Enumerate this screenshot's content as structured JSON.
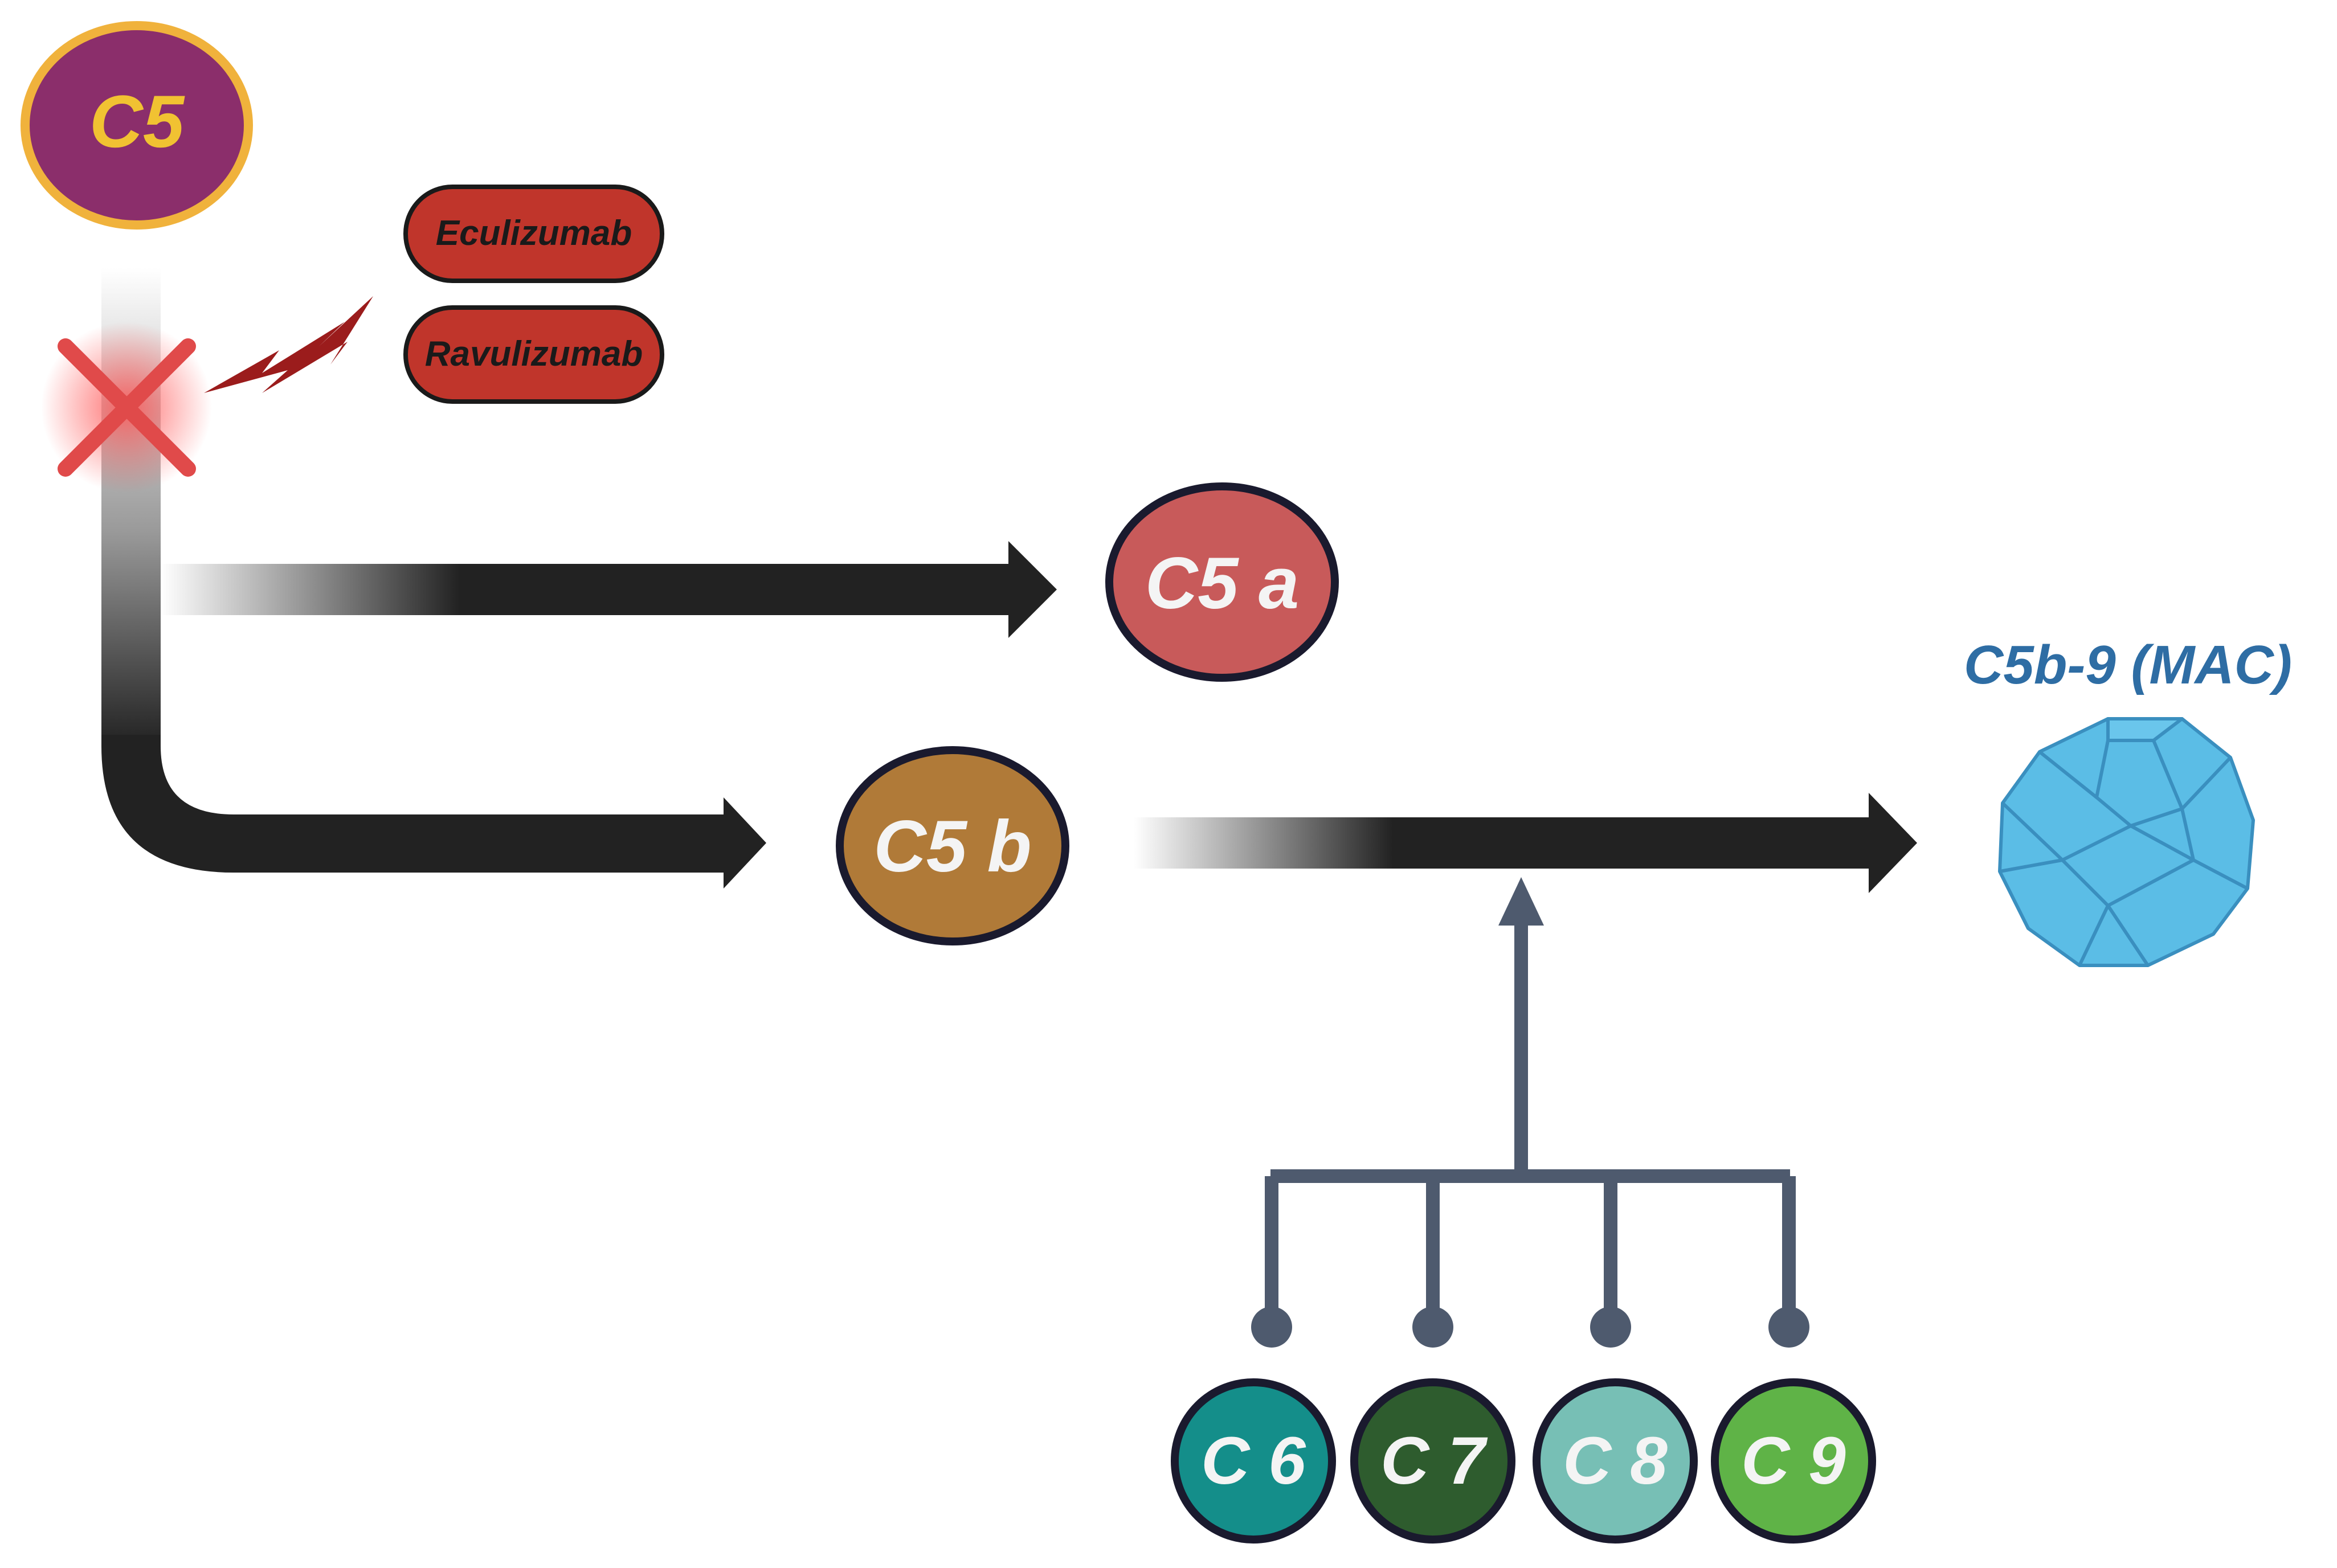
{
  "nodes": {
    "c5": "C5",
    "c5a": "C5 a",
    "c5b": "C5 b",
    "mac": "C5b-9 (MAC)",
    "c6": "C 6",
    "c7": "C 7",
    "c8": "C 8",
    "c9": "C 9"
  },
  "drugs": {
    "eculizumab": "Eculizumab",
    "ravulizumab": "Ravulizumab"
  },
  "colors": {
    "c5_fill": "#8b2e6b",
    "c5_ring": "#f0b23c",
    "c5_text": "#f1c232",
    "c5a_fill": "#c85a5a",
    "c5b_fill": "#b07a38",
    "drug_fill": "#c0352b",
    "arrow": "#222222",
    "connector": "#4e5a6e",
    "mac": "#5bbde6",
    "mac_text": "#2e6da4",
    "c6": "#148e8a",
    "c7": "#2e5c2e",
    "c8": "#77bfb5",
    "c9": "#5fb347",
    "block_x": "#e04040"
  },
  "icons": [
    "block-x-icon",
    "lightning-icon",
    "mac-polyhedron-icon"
  ]
}
